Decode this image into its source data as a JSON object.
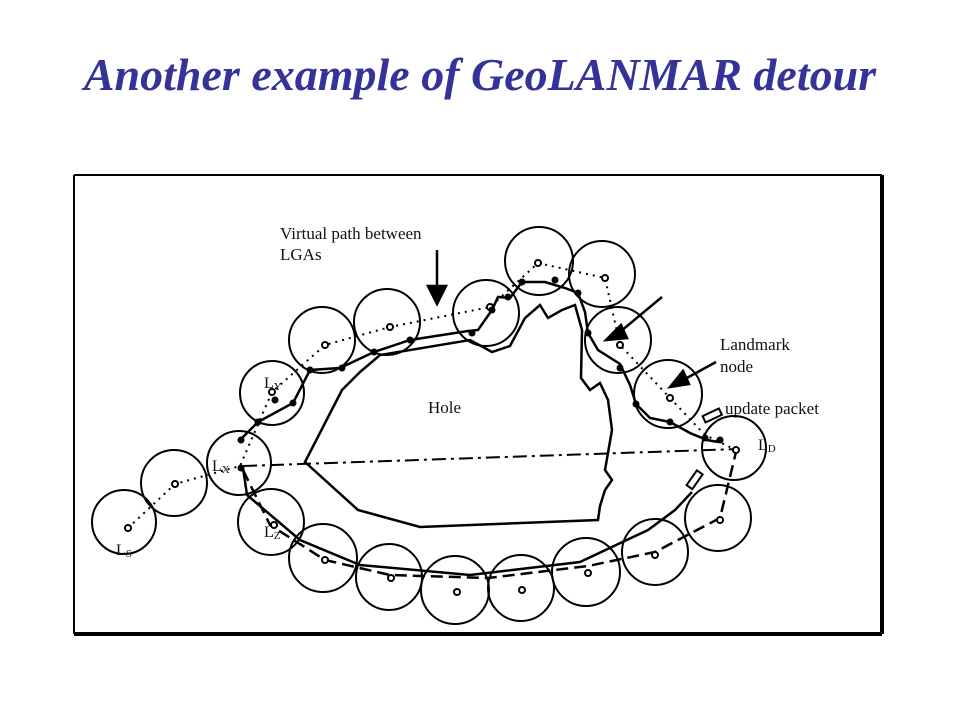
{
  "slide": {
    "title": "Another example of GeoLANMAR detour"
  },
  "figure": {
    "annotations": {
      "virtual_path_line1": "Virtual path between",
      "virtual_path_line2": "LGAs",
      "landmark_line1": "Landmark",
      "landmark_line2": "node",
      "update_packet": "update packet",
      "hole": "Hole"
    },
    "node_labels": {
      "ls_main": "L",
      "ls_sub": "S",
      "lx_main": "L",
      "lx_sub": "X",
      "ly_main": "L",
      "ly_sub": "Y",
      "lz_main": "L",
      "lz_sub": "Z",
      "ld_main": "L",
      "ld_sub": "D"
    }
  }
}
